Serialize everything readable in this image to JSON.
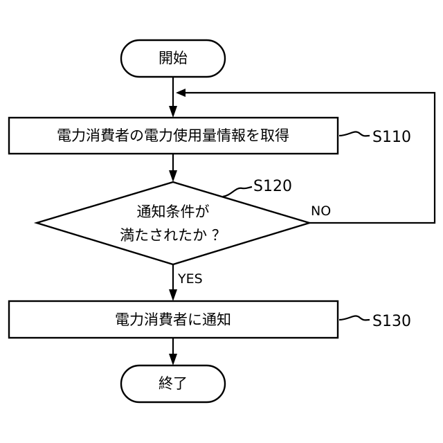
{
  "nodes": {
    "start": {
      "text": "開始"
    },
    "s110": {
      "text": "電力消費者の電力使用量情報を取得",
      "ref": "S110"
    },
    "s120": {
      "line1": "通知条件が",
      "line2": "満たされたか ？",
      "ref": "S120"
    },
    "s130": {
      "text": "電力消費者に通知",
      "ref": "S130"
    },
    "end": {
      "text": "終了"
    }
  },
  "branches": {
    "no": "NO",
    "yes": "YES"
  }
}
